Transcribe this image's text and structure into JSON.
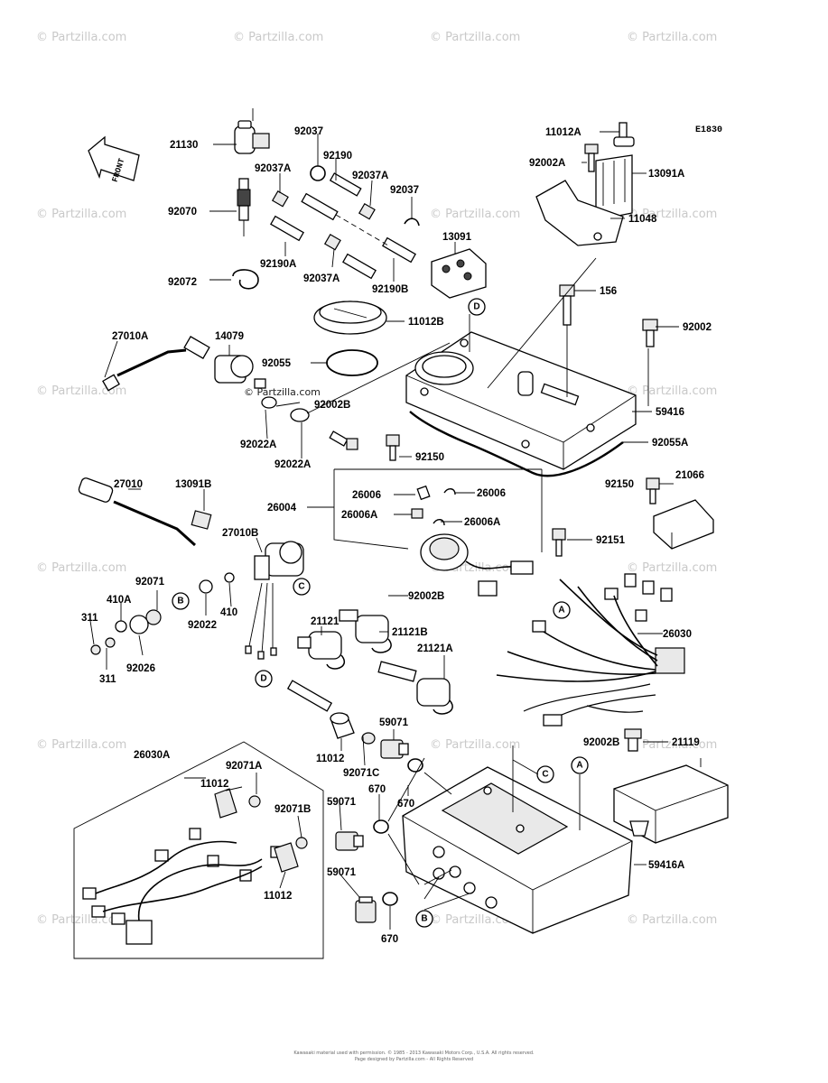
{
  "watermark": "© Partzilla.com",
  "watermark_inline": "© Partzilla.com",
  "diagram_code": "E1830",
  "front_label": "FRONT",
  "footer": {
    "line1": "Kawasaki material used with permission. © 1985 - 2013 Kawasaki Motors Corp., U.S.A. All rights reserved.",
    "line2": "Page designed by Partzilla.com - All Rights Reserved"
  },
  "callouts": {
    "A": "A",
    "B": "B",
    "C": "C",
    "D": "D"
  },
  "parts": [
    "21130",
    "92037",
    "92190",
    "92037A",
    "92037A",
    "92037",
    "92070",
    "92190A",
    "92037A",
    "92190B",
    "13091",
    "92072",
    "11012A",
    "92002A",
    "13091A",
    "11048",
    "156",
    "92002",
    "11012B",
    "27010A",
    "14079",
    "92055",
    "59416",
    "92002B",
    "92022A",
    "92022A",
    "92055A",
    "92150",
    "27010",
    "13091B",
    "26004",
    "26006",
    "26006",
    "26006A",
    "26006A",
    "92150",
    "21066",
    "27010B",
    "92151",
    "92071",
    "410A",
    "311",
    "B",
    "92022",
    "410",
    "92026",
    "311",
    "C",
    "92002B",
    "21121",
    "21121B",
    "21121A",
    "26030",
    "D",
    "59071",
    "11012",
    "92071C",
    "92002B",
    "21119",
    "26030A",
    "92071A",
    "11012",
    "670",
    "670",
    "59071",
    "92071B",
    "11012",
    "59416A",
    "59071",
    "670"
  ]
}
